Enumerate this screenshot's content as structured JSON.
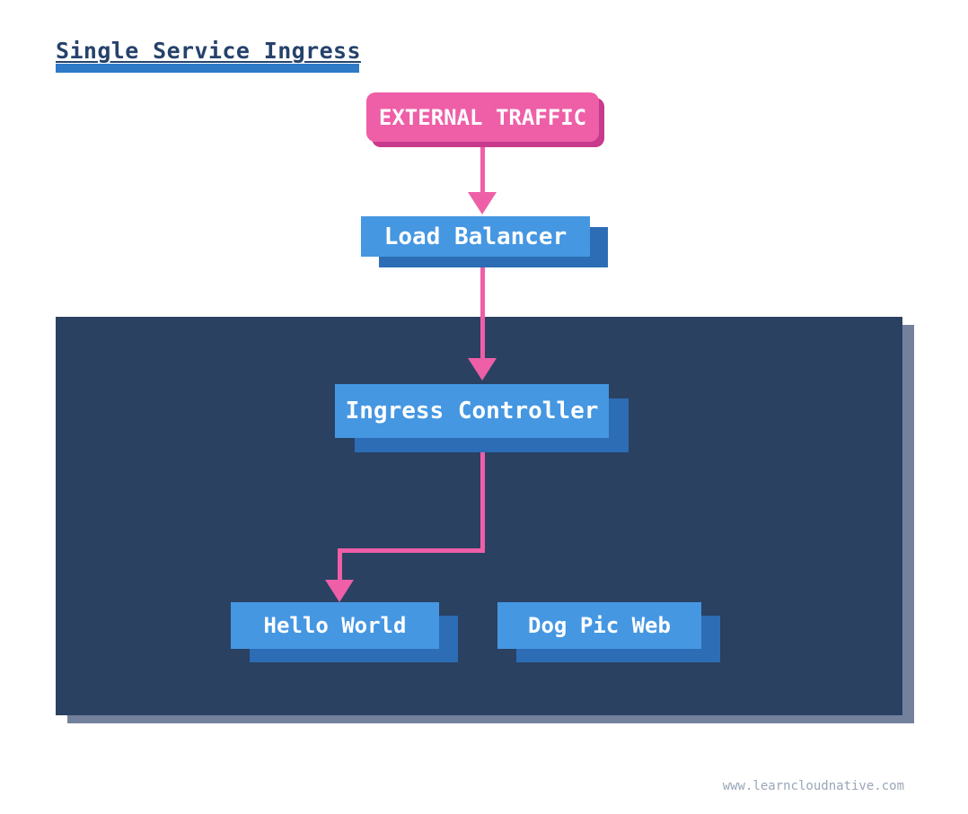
{
  "page": {
    "title": "Single Service Ingress",
    "watermark": "www.learncloudnative.com"
  },
  "colors": {
    "background": "#ffffff",
    "title_text": "#25426b",
    "title_bar": "#2e7ac7",
    "pink_node": "#ee5fa7",
    "pink_node_shadow": "#c73a8c",
    "arrow_pink": "#ee5fa7",
    "blue_node": "#4597e2",
    "blue_node_shadow": "#2d6db5",
    "cluster_panel": "#2a4162",
    "cluster_panel_shadow": "#73819d",
    "node_text": "#ffffff",
    "watermark_text": "#9aa6b6"
  },
  "nodes": {
    "external_traffic": {
      "label": "EXTERNAL TRAFFIC",
      "shape": "rounded-pink"
    },
    "load_balancer": {
      "label": "Load Balancer",
      "shape": "rect-blue"
    },
    "ingress_controller": {
      "label": "Ingress Controller",
      "shape": "rect-blue"
    },
    "hello_world": {
      "label": "Hello World",
      "shape": "rect-blue"
    },
    "dog_pic_web": {
      "label": "Dog Pic Web",
      "shape": "rect-blue"
    }
  },
  "edges": [
    {
      "from": "external_traffic",
      "to": "load_balancer",
      "style": "straight-arrow"
    },
    {
      "from": "load_balancer",
      "to": "ingress_controller",
      "style": "straight-arrow"
    },
    {
      "from": "ingress_controller",
      "to": "hello_world",
      "style": "elbow-arrow"
    }
  ],
  "cluster": {
    "contains": [
      "ingress_controller",
      "hello_world",
      "dog_pic_web"
    ]
  }
}
